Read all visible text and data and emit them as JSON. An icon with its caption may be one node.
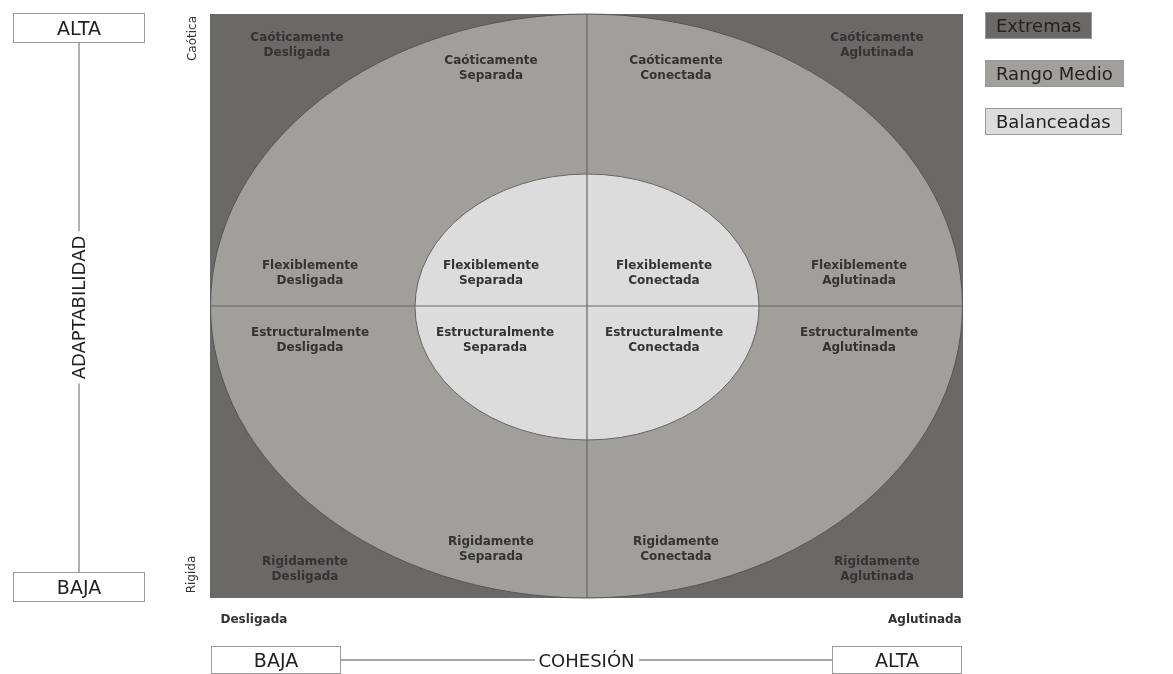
{
  "diagram": {
    "nodes": [
      {
        "text": [
          "ALTA"
        ]
      },
      {
        "text": [
          "BAJA"
        ]
      },
      {
        "text": [
          "BAJA"
        ]
      },
      {
        "text": [
          "ALTA"
        ]
      }
    ],
    "edges": [
      {
        "from": 0,
        "to": 1,
        "arrow": "none",
        "label": "ADAPTABILIDAD"
      },
      {
        "from": 2,
        "to": 3,
        "arrow": "none",
        "label": "COHESIÓN"
      }
    ],
    "labels": [
      "Caótica",
      "Caóticamente Desligada",
      "Caóticamente Aglutinada",
      "Caóticamente Separada",
      "Caóticamente Conectada",
      "Flexiblemente Desligada",
      "Flexiblemente Separada",
      "Flexiblemente Conectada",
      "Flexiblemente Aglutinada",
      "Estructuralmente Desligada",
      "Estructuralmente Separada",
      "Estructuralmente Conectada",
      "Estructuralmente Aglutinada",
      "Rigidamente Separada",
      "Rigidamente Conectada",
      "Rigida",
      "Rigidamente Desligada",
      "Rigidamente Aglutinada",
      "Desligada",
      "Aglutinada"
    ],
    "legend": [
      {
        "text": "Extremas",
        "color": "#6b6868"
      },
      {
        "text": "Rango Medio",
        "color": "#a09f9b"
      },
      {
        "text": "Balanceadas",
        "color": "#dcdcdc"
      }
    ]
  }
}
